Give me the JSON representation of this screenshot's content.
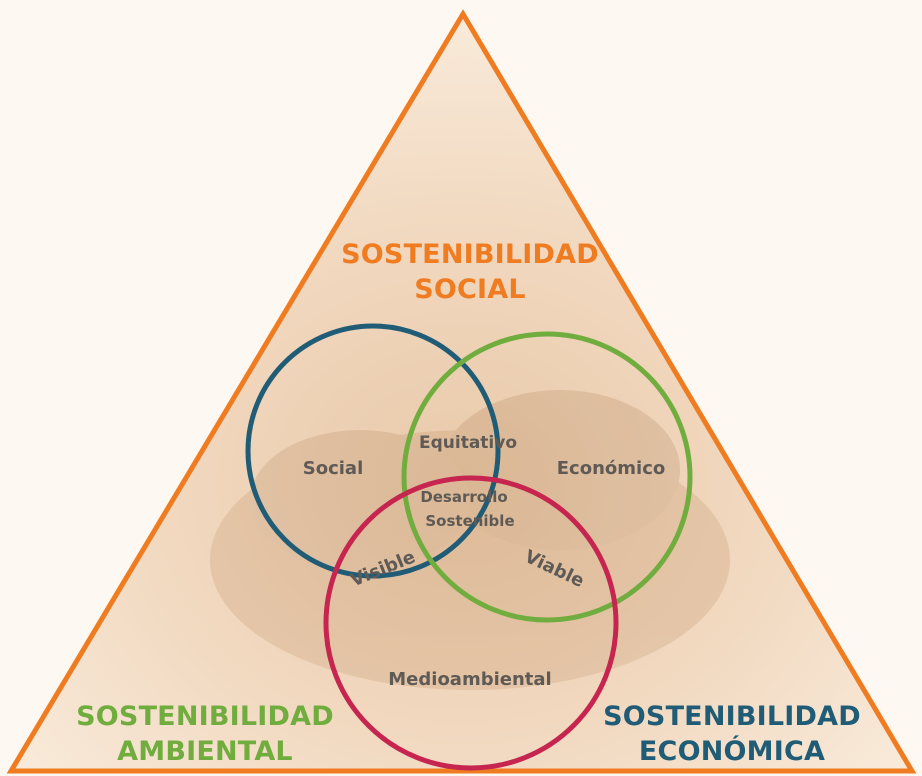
{
  "colors": {
    "background": "#fdf8f1",
    "triangle_fill": "#f3d9c1",
    "triangle_stroke": "#f07c22",
    "social_circle": "#215c76",
    "economic_circle": "#70ad3e",
    "environmental_circle": "#c6254f",
    "region_text": "#5f5a55"
  },
  "corners": {
    "top": {
      "line1": "SOSTENIBILIDAD",
      "line2": "SOCIAL",
      "color": "#f07c22"
    },
    "left": {
      "line1": "SOSTENIBILIDAD",
      "line2": "AMBIENTAL",
      "color": "#70ad3e"
    },
    "right": {
      "line1": "SOSTENIBILIDAD",
      "line2": "ECONÓMICA",
      "color": "#215c76"
    }
  },
  "regions": {
    "social": "Social",
    "economic": "Económico",
    "environmental": "Medioambiental",
    "equitable": "Equitativo",
    "visible": "Visible",
    "viable": "Viable",
    "center_line1": "Desarrollo",
    "center_line2": "Sostenible"
  }
}
